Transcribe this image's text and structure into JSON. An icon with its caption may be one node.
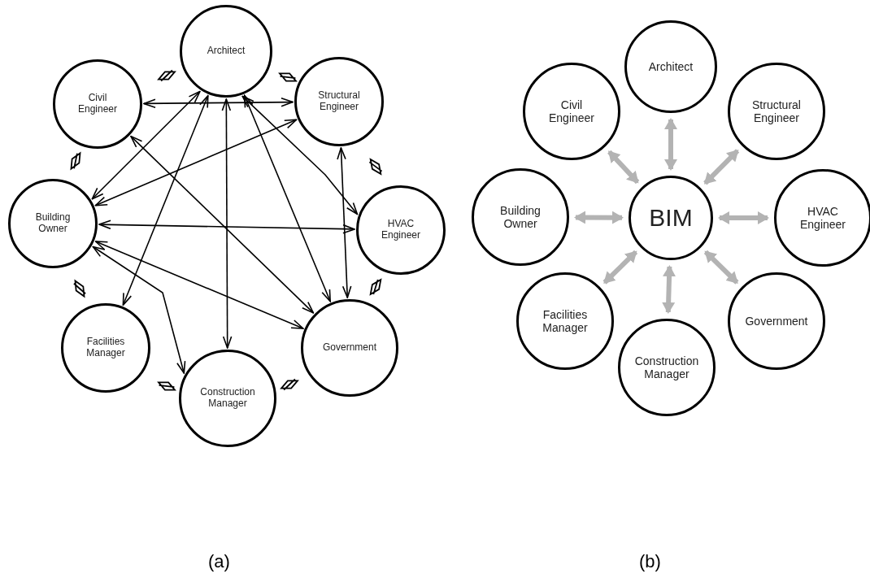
{
  "diagram": {
    "nodes": [
      {
        "text": [
          "Architect"
        ]
      },
      {
        "text": [
          "Civil Engineer"
        ]
      },
      {
        "text": [
          "Structural Engineer"
        ]
      },
      {
        "text": [
          "Building Owner"
        ]
      },
      {
        "text": [
          "HVAC Engineer"
        ]
      },
      {
        "text": [
          "Facilities Manager"
        ]
      },
      {
        "text": [
          "Government"
        ]
      },
      {
        "text": [
          "Construction Manager"
        ]
      },
      {
        "text": [
          "Architect"
        ]
      },
      {
        "text": [
          "Civil Engineer"
        ]
      },
      {
        "text": [
          "Structural Engineer"
        ]
      },
      {
        "text": [
          "Building Owner"
        ]
      },
      {
        "text": [
          "BIM"
        ]
      },
      {
        "text": [
          "HVAC Engineer"
        ]
      },
      {
        "text": [
          "Facilities Manager"
        ]
      },
      {
        "text": [
          "Government"
        ]
      },
      {
        "text": [
          "Construction Manager"
        ]
      }
    ],
    "edges": [
      {
        "from": 1,
        "to": 2,
        "arrow": "both"
      },
      {
        "from": 0,
        "to": 7,
        "arrow": "both"
      },
      {
        "from": 0,
        "to": 5,
        "arrow": "both"
      },
      {
        "from": 0,
        "to": 3,
        "arrow": "both"
      },
      {
        "from": 0,
        "to": 6,
        "arrow": "both"
      },
      {
        "from": 0,
        "to": 4,
        "arrow": "both"
      },
      {
        "from": 3,
        "to": 2,
        "arrow": "both"
      },
      {
        "from": 3,
        "to": 4,
        "arrow": "both"
      },
      {
        "from": 3,
        "to": 6,
        "arrow": "both"
      },
      {
        "from": 3,
        "to": 7,
        "arrow": "both"
      },
      {
        "from": 1,
        "to": 6,
        "arrow": "both"
      },
      {
        "from": 2,
        "to": 6,
        "arrow": "both"
      },
      {
        "from": 12,
        "to": 8,
        "arrow": "both",
        "style": "thick",
        "color": "#b3b3b3"
      },
      {
        "from": 12,
        "to": 9,
        "arrow": "both",
        "style": "thick",
        "color": "#b3b3b3"
      },
      {
        "from": 12,
        "to": 10,
        "arrow": "both",
        "style": "thick",
        "color": "#b3b3b3"
      },
      {
        "from": 12,
        "to": 11,
        "arrow": "both",
        "style": "thick",
        "color": "#b3b3b3"
      },
      {
        "from": 12,
        "to": 13,
        "arrow": "both",
        "style": "thick",
        "color": "#b3b3b3"
      },
      {
        "from": 12,
        "to": 14,
        "arrow": "both",
        "style": "thick",
        "color": "#b3b3b3"
      },
      {
        "from": 12,
        "to": 15,
        "arrow": "both",
        "style": "thick",
        "color": "#b3b3b3"
      },
      {
        "from": 12,
        "to": 16,
        "arrow": "both",
        "style": "thick",
        "color": "#b3b3b3"
      }
    ],
    "labels": [
      "(a)",
      "(b)"
    ]
  }
}
